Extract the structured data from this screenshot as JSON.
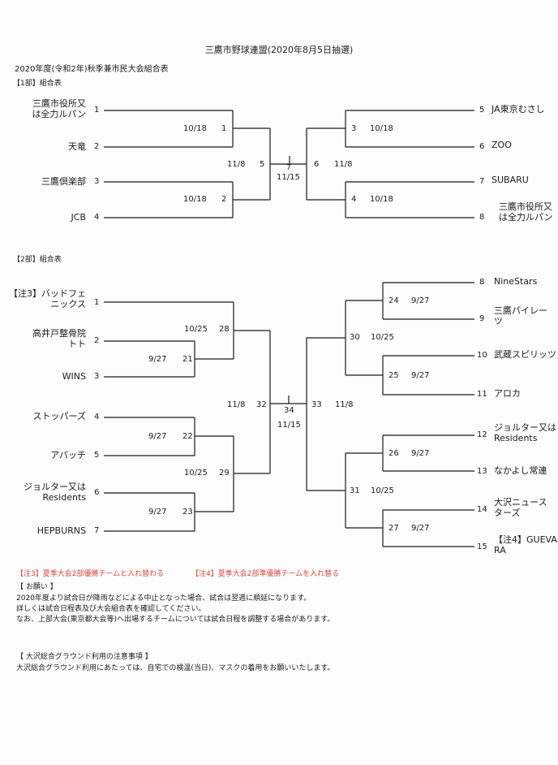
{
  "header": {
    "title": "三鷹市野球連盟(2020年8月5日抽選)",
    "subtitle": "2020年度(令和2年)秋季兼市民大会組合表"
  },
  "div1": {
    "label": "【1部】組合表",
    "left": [
      {
        "num": "1",
        "name_l1": "三鷹市役所又",
        "name_l2": "は全力ルパン"
      },
      {
        "num": "2",
        "name_l1": "天竜"
      },
      {
        "num": "3",
        "name_l1": "三鷹倶楽部"
      },
      {
        "num": "4",
        "name_l1": "JCB"
      }
    ],
    "right": [
      {
        "num": "5",
        "name_l1": "JA東京むさし"
      },
      {
        "num": "6",
        "name_l1": "ZOO"
      },
      {
        "num": "7",
        "name_l1": "SUBARU"
      },
      {
        "num": "8",
        "name_l1": "三鷹市役所又",
        "name_l2": "は全力ルパン"
      }
    ],
    "games": [
      {
        "num": "1",
        "date": "10/18"
      },
      {
        "num": "2",
        "date": "10/18"
      },
      {
        "num": "3",
        "date": "10/18"
      },
      {
        "num": "4",
        "date": "10/18"
      },
      {
        "num": "5",
        "date": "11/8"
      },
      {
        "num": "6",
        "date": "11/8"
      },
      {
        "num": "7",
        "date": "11/15"
      }
    ]
  },
  "div2": {
    "label": "【2部】組合表",
    "left": [
      {
        "num": "1",
        "name_l1": "【注3】バッドフェ",
        "name_l2": "ニックス"
      },
      {
        "num": "2",
        "name_l1": "高井戸整骨院",
        "name_l2": "トト"
      },
      {
        "num": "3",
        "name_l1": "WINS"
      },
      {
        "num": "4",
        "name_l1": "ストッパーズ"
      },
      {
        "num": "5",
        "name_l1": "アパッチ"
      },
      {
        "num": "6",
        "name_l1": "ジョルター又は",
        "name_l2": "Residents"
      },
      {
        "num": "7",
        "name_l1": "HEPBURNS"
      }
    ],
    "right": [
      {
        "num": "8",
        "name_l1": "NineStars"
      },
      {
        "num": "9",
        "name_l1": "三鷹パイレー",
        "name_l2": "ツ"
      },
      {
        "num": "10",
        "name_l1": "武蔵スピリッツ"
      },
      {
        "num": "11",
        "name_l1": "アロカ"
      },
      {
        "num": "12",
        "name_l1": "ジョルター又は",
        "name_l2": "Residents"
      },
      {
        "num": "13",
        "name_l1": "なかよし常連"
      },
      {
        "num": "14",
        "name_l1": "大沢ニュース",
        "name_l2": "ターズ"
      },
      {
        "num": "15",
        "name_l1": "【注4】GUEVA",
        "name_l2": "RA"
      }
    ],
    "games": [
      {
        "num": "21",
        "date": "9/27"
      },
      {
        "num": "22",
        "date": "9/27"
      },
      {
        "num": "23",
        "date": "9/27"
      },
      {
        "num": "24",
        "date": "9/27"
      },
      {
        "num": "25",
        "date": "9/27"
      },
      {
        "num": "26",
        "date": "9/27"
      },
      {
        "num": "27",
        "date": "9/27"
      },
      {
        "num": "28",
        "date": "10/25"
      },
      {
        "num": "29",
        "date": "10/25"
      },
      {
        "num": "30",
        "date": "10/25"
      },
      {
        "num": "31",
        "date": "10/25"
      },
      {
        "num": "32",
        "date": "11/8"
      },
      {
        "num": "33",
        "date": "11/8"
      },
      {
        "num": "34",
        "date": "11/15"
      }
    ]
  },
  "notes": {
    "note3": "【注3】夏季大会2部優勝チームと入れ替わる",
    "note4": "【注4】夏季大会2部準優勝チームを入れ替る",
    "request_title": "【 お願い 】",
    "request_lines": [
      "2020年度より試合日が降雨などによる中止となった場合、試合は翌週に順延になります。",
      "詳しくは試合日程表及び大会組合表を確認してください。",
      "なお、上部大会(東京都大会等)へ出場するチームについては試合日程を調整する場合があります。"
    ],
    "ground_title": "【 大沢総合グラウンド利用の注意事項 】",
    "ground_line": "大沢総合グラウンド利用にあたっては、自宅での検温(当日)、マスクの着用をお願いいたします。"
  }
}
